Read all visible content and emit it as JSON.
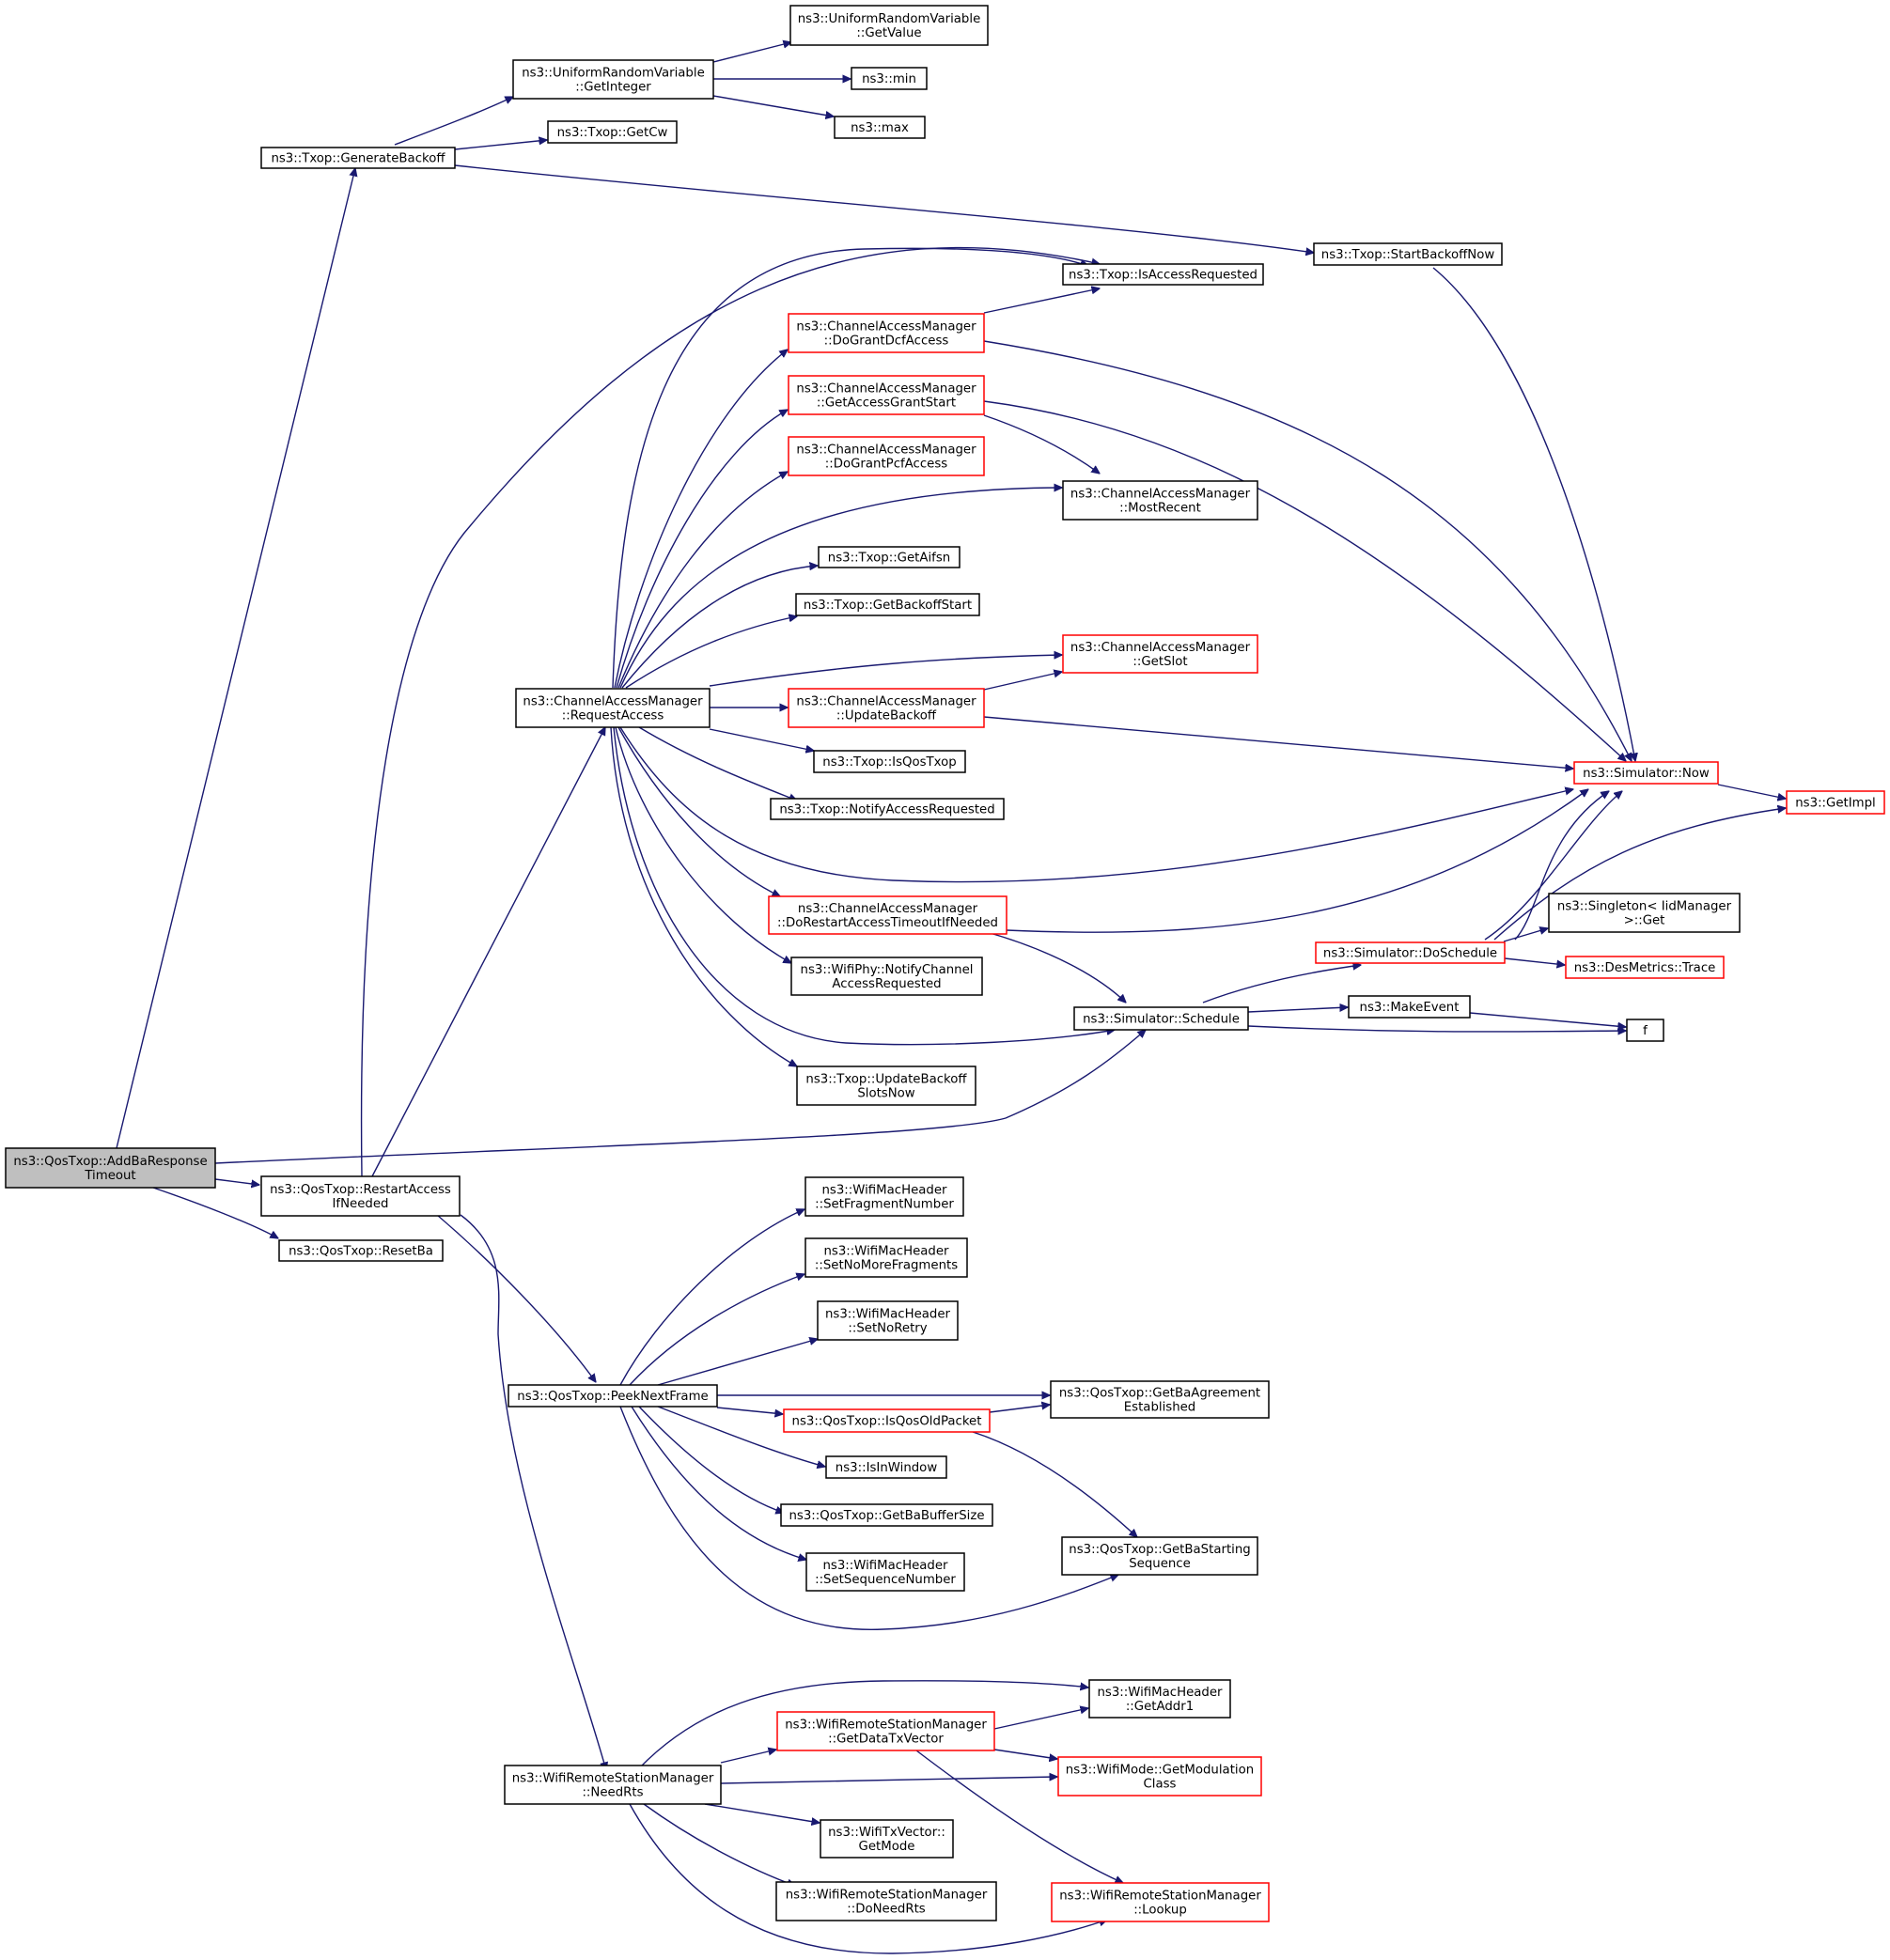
{
  "colors": {
    "edge": "#191970",
    "normal_border": "#000000",
    "truncated_border": "#ff0000",
    "root_fill": "#bfbfbf"
  },
  "nodes": [
    {
      "id": "addba",
      "lines": [
        "ns3::QosTxop::AddBaResponse",
        "Timeout"
      ],
      "style": "root"
    },
    {
      "id": "genbackoff",
      "lines": [
        "ns3::Txop::GenerateBackoff"
      ],
      "style": "normal"
    },
    {
      "id": "restart",
      "lines": [
        "ns3::QosTxop::RestartAccess",
        "IfNeeded"
      ],
      "style": "normal"
    },
    {
      "id": "resetba",
      "lines": [
        "ns3::QosTxop::ResetBa"
      ],
      "style": "normal"
    },
    {
      "id": "urvint",
      "lines": [
        "ns3::UniformRandomVariable",
        "::GetInteger"
      ],
      "style": "normal"
    },
    {
      "id": "getcw",
      "lines": [
        "ns3::Txop::GetCw"
      ],
      "style": "normal"
    },
    {
      "id": "startbackoff",
      "lines": [
        "ns3::Txop::StartBackoffNow"
      ],
      "style": "normal"
    },
    {
      "id": "urvval",
      "lines": [
        "ns3::UniformRandomVariable",
        "::GetValue"
      ],
      "style": "normal"
    },
    {
      "id": "min",
      "lines": [
        "ns3::min"
      ],
      "style": "normal"
    },
    {
      "id": "max",
      "lines": [
        "ns3::max"
      ],
      "style": "normal"
    },
    {
      "id": "isaccess",
      "lines": [
        "ns3::Txop::IsAccessRequested"
      ],
      "style": "normal"
    },
    {
      "id": "reqaccess",
      "lines": [
        "ns3::ChannelAccessManager",
        "::RequestAccess"
      ],
      "style": "normal"
    },
    {
      "id": "dograntdcf",
      "lines": [
        "ns3::ChannelAccessManager",
        "::DoGrantDcfAccess"
      ],
      "style": "truncated"
    },
    {
      "id": "getaccessgrant",
      "lines": [
        "ns3::ChannelAccessManager",
        "::GetAccessGrantStart"
      ],
      "style": "truncated"
    },
    {
      "id": "dograntpcf",
      "lines": [
        "ns3::ChannelAccessManager",
        "::DoGrantPcfAccess"
      ],
      "style": "truncated"
    },
    {
      "id": "mostrecent",
      "lines": [
        "ns3::ChannelAccessManager",
        "::MostRecent"
      ],
      "style": "normal"
    },
    {
      "id": "getaifsn",
      "lines": [
        "ns3::Txop::GetAifsn"
      ],
      "style": "normal"
    },
    {
      "id": "getbackoffstart",
      "lines": [
        "ns3::Txop::GetBackoffStart"
      ],
      "style": "normal"
    },
    {
      "id": "getslot",
      "lines": [
        "ns3::ChannelAccessManager",
        "::GetSlot"
      ],
      "style": "truncated"
    },
    {
      "id": "updatebackoff",
      "lines": [
        "ns3::ChannelAccessManager",
        "::UpdateBackoff"
      ],
      "style": "truncated"
    },
    {
      "id": "isqostxop",
      "lines": [
        "ns3::Txop::IsQosTxop"
      ],
      "style": "normal"
    },
    {
      "id": "notifyaccess",
      "lines": [
        "ns3::Txop::NotifyAccessRequested"
      ],
      "style": "normal"
    },
    {
      "id": "simnow",
      "lines": [
        "ns3::Simulator::Now"
      ],
      "style": "truncated"
    },
    {
      "id": "getimpl",
      "lines": [
        "ns3::GetImpl"
      ],
      "style": "truncated"
    },
    {
      "id": "dorestart",
      "lines": [
        "ns3::ChannelAccessManager",
        "::DoRestartAccessTimeoutIfNeeded"
      ],
      "style": "truncated"
    },
    {
      "id": "singleton",
      "lines": [
        "ns3::Singleton< IidManager",
        " >::Get"
      ],
      "style": "normal"
    },
    {
      "id": "doschedule",
      "lines": [
        "ns3::Simulator::DoSchedule"
      ],
      "style": "truncated"
    },
    {
      "id": "desmetrics",
      "lines": [
        "ns3::DesMetrics::Trace"
      ],
      "style": "truncated"
    },
    {
      "id": "wifiphynotify",
      "lines": [
        "ns3::WifiPhy::NotifyChannel",
        "AccessRequested"
      ],
      "style": "normal"
    },
    {
      "id": "makeevent",
      "lines": [
        "ns3::MakeEvent"
      ],
      "style": "normal"
    },
    {
      "id": "schedule",
      "lines": [
        "ns3::Simulator::Schedule"
      ],
      "style": "normal"
    },
    {
      "id": "f",
      "lines": [
        "f"
      ],
      "style": "normal"
    },
    {
      "id": "updbackoffslots",
      "lines": [
        "ns3::Txop::UpdateBackoff",
        "SlotsNow"
      ],
      "style": "normal"
    },
    {
      "id": "setfragnum",
      "lines": [
        "ns3::WifiMacHeader",
        "::SetFragmentNumber"
      ],
      "style": "normal"
    },
    {
      "id": "setnomorefrag",
      "lines": [
        "ns3::WifiMacHeader",
        "::SetNoMoreFragments"
      ],
      "style": "normal"
    },
    {
      "id": "setnoretry",
      "lines": [
        "ns3::WifiMacHeader",
        "::SetNoRetry"
      ],
      "style": "normal"
    },
    {
      "id": "peeknext",
      "lines": [
        "ns3::QosTxop::PeekNextFrame"
      ],
      "style": "normal"
    },
    {
      "id": "getbaagreement",
      "lines": [
        "ns3::QosTxop::GetBaAgreement",
        "Established"
      ],
      "style": "normal"
    },
    {
      "id": "isqosold",
      "lines": [
        "ns3::QosTxop::IsQosOldPacket"
      ],
      "style": "truncated"
    },
    {
      "id": "isinwindow",
      "lines": [
        "ns3::IsInWindow"
      ],
      "style": "normal"
    },
    {
      "id": "getbabuffer",
      "lines": [
        "ns3::QosTxop::GetBaBufferSize"
      ],
      "style": "normal"
    },
    {
      "id": "getbastarting",
      "lines": [
        "ns3::QosTxop::GetBaStarting",
        "Sequence"
      ],
      "style": "normal"
    },
    {
      "id": "setseqnum",
      "lines": [
        "ns3::WifiMacHeader",
        "::SetSequenceNumber"
      ],
      "style": "normal"
    },
    {
      "id": "getaddr1",
      "lines": [
        "ns3::WifiMacHeader",
        "::GetAddr1"
      ],
      "style": "normal"
    },
    {
      "id": "getdatatx",
      "lines": [
        "ns3::WifiRemoteStationManager",
        "::GetDataTxVector"
      ],
      "style": "truncated"
    },
    {
      "id": "getmodclass",
      "lines": [
        "ns3::WifiMode::GetModulation",
        "Class"
      ],
      "style": "truncated"
    },
    {
      "id": "needrts",
      "lines": [
        "ns3::WifiRemoteStationManager",
        "::NeedRts"
      ],
      "style": "normal"
    },
    {
      "id": "getmode",
      "lines": [
        "ns3::WifiTxVector::",
        "GetMode"
      ],
      "style": "normal"
    },
    {
      "id": "doneedrts",
      "lines": [
        "ns3::WifiRemoteStationManager",
        "::DoNeedRts"
      ],
      "style": "normal"
    },
    {
      "id": "lookup",
      "lines": [
        "ns3::WifiRemoteStationManager",
        "::Lookup"
      ],
      "style": "truncated"
    }
  ]
}
